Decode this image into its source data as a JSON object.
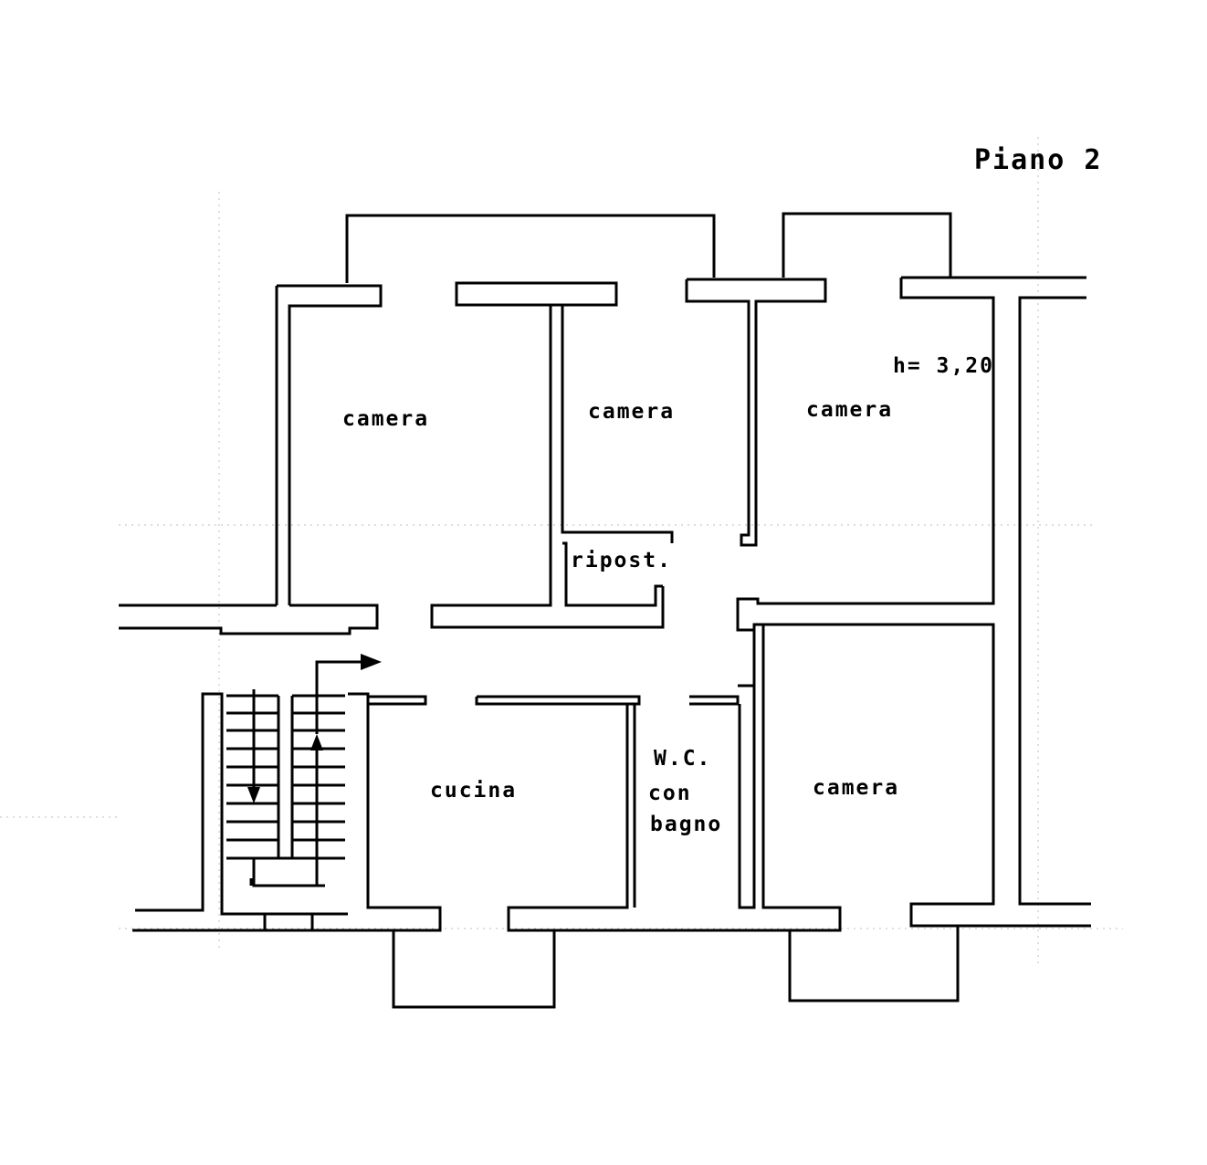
{
  "title": "Piano 2",
  "height_note": "h= 3,20",
  "rooms": {
    "camera_1": "camera",
    "camera_2": "camera",
    "camera_3": "camera",
    "camera_4": "camera",
    "ripostiglio": "ripost.",
    "cucina": "cucina",
    "wc_line1": "W.C.",
    "wc_line2": "con",
    "wc_line3": "bagno"
  }
}
